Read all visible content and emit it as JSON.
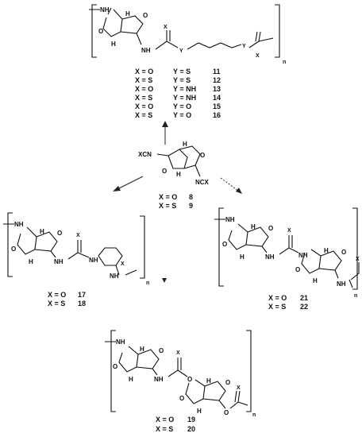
{
  "atoms": {
    "H": "H",
    "NH": "NH",
    "O": "O",
    "X": "X",
    "Y": "Y",
    "n": "n",
    "XCN": "XCN",
    "NCX": "NCX"
  },
  "top_polymer": {
    "table": [
      {
        "x": "X = O",
        "y": "Y = S",
        "num": "11"
      },
      {
        "x": "X = S",
        "y": "Y = S",
        "num": "12"
      },
      {
        "x": "X = O",
        "y": "Y = NH",
        "num": "13"
      },
      {
        "x": "X = S",
        "y": "Y = NH",
        "num": "14"
      },
      {
        "x": "X = O",
        "y": "Y = O",
        "num": "15"
      },
      {
        "x": "X = S",
        "y": "Y = O",
        "num": "16"
      }
    ]
  },
  "monomer": {
    "table": [
      {
        "x": "X = O",
        "num": "8"
      },
      {
        "x": "X = S",
        "num": "9"
      }
    ]
  },
  "left_polymer": {
    "table": [
      {
        "x": "X = O",
        "num": "17"
      },
      {
        "x": "X = S",
        "num": "18"
      }
    ]
  },
  "right_polymer": {
    "table": [
      {
        "x": "X = O",
        "num": "21"
      },
      {
        "x": "X = S",
        "num": "22"
      }
    ]
  },
  "bottom_polymer": {
    "table": [
      {
        "x": "X = O",
        "num": "19"
      },
      {
        "x": "X = S",
        "num": "20"
      }
    ]
  }
}
